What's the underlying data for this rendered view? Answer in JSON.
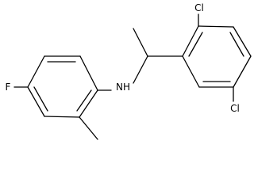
{
  "molecule": {
    "atoms": {
      "cl_top": "Cl",
      "cl_bottom": "Cl",
      "nh": "NH",
      "f": "F"
    },
    "colors": {
      "bonds": "#000000",
      "labels": "#000000",
      "background": "#ffffff"
    }
  }
}
